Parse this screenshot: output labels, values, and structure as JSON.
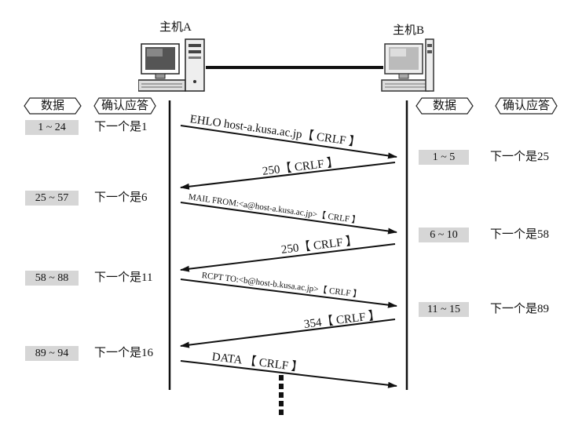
{
  "hosts": {
    "a": "主机A",
    "b": "主机B"
  },
  "headers": {
    "left_data": "数据",
    "left_ack": "确认应答",
    "right_data": "数据",
    "right_ack": "确认应答"
  },
  "left_rows": [
    {
      "data": "1 ~ 24",
      "ack": "下一个是1"
    },
    {
      "data": "25 ~ 57",
      "ack": "下一个是6"
    },
    {
      "data": "58 ~ 88",
      "ack": "下一个是11"
    },
    {
      "data": "89 ~ 94",
      "ack": "下一个是16"
    }
  ],
  "right_rows": [
    {
      "data": "1 ~ 5",
      "ack": "下一个是25"
    },
    {
      "data": "6 ~ 10",
      "ack": "下一个是58"
    },
    {
      "data": "11 ~ 15",
      "ack": "下一个是89"
    }
  ],
  "messages": [
    {
      "text": "EHLO host-a.kusa.ac.jp【 CRLF 】",
      "direction": "a-to-b"
    },
    {
      "text": "250【 CRLF 】",
      "direction": "b-to-a"
    },
    {
      "text": "MAIL FROM:<a@host-a.kusa.ac.jp>【 CRLF 】",
      "direction": "a-to-b"
    },
    {
      "text": "250【 CRLF 】",
      "direction": "b-to-a"
    },
    {
      "text": "RCPT TO:<b@host-b.kusa.ac.jp>【 CRLF 】",
      "direction": "a-to-b"
    },
    {
      "text": "354【 CRLF 】",
      "direction": "b-to-a"
    },
    {
      "text": "DATA 【 CRLF 】",
      "direction": "a-to-b"
    }
  ]
}
